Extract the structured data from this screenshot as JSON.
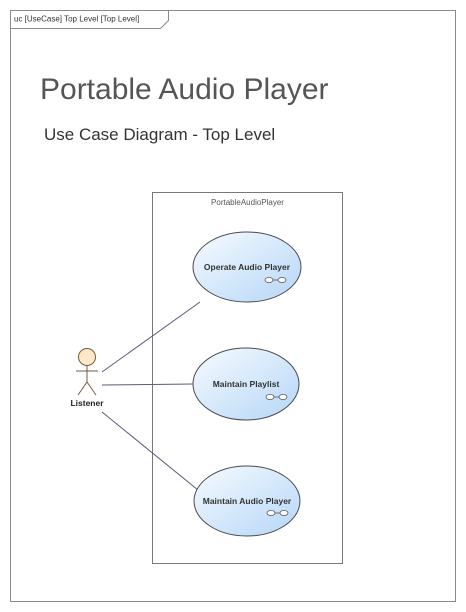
{
  "frame": {
    "tab_label": "uc [UseCase] Top Level [Top Level]"
  },
  "title": "Portable Audio Player",
  "subtitle": "Use Case Diagram - Top Level",
  "boundary": {
    "label": "PortableAudioPlayer"
  },
  "use_cases": [
    {
      "id": "uc1",
      "label": "Operate Audio Player"
    },
    {
      "id": "uc2",
      "label": "Maintain Playlist"
    },
    {
      "id": "uc3",
      "label": "Maintain Audio Player"
    }
  ],
  "actor": {
    "label": "Listener"
  },
  "colors": {
    "frame_border": "#8a8a8a",
    "use_case_fill_light": "#f4f9ff",
    "use_case_fill_dark": "#b8d8f8",
    "use_case_stroke": "#4a4a4a",
    "actor_head_fill": "#fde9c8",
    "association_line": "#5a5a7a"
  }
}
